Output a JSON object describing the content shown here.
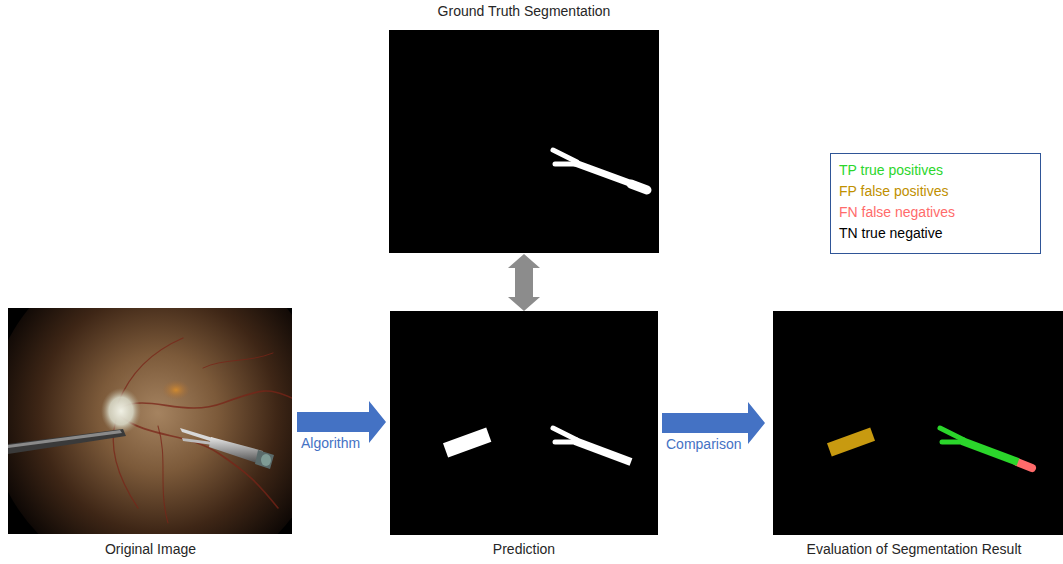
{
  "diagram": {
    "nodes": [
      {
        "text": [
          "Ground Truth Segmentation"
        ]
      },
      {
        "text": [
          "Original Image"
        ]
      },
      {
        "text": [
          "Prediction"
        ]
      },
      {
        "text": [
          "Evaluation of Segmentation Result"
        ]
      }
    ],
    "edges": [
      {
        "from": 1,
        "to": 2,
        "label": "Algorithm",
        "arrow": "to"
      },
      {
        "from": 2,
        "to": 3,
        "label": "Comparison",
        "arrow": "to"
      },
      {
        "from": 0,
        "to": 2,
        "arrow": "both"
      }
    ],
    "legend": [
      {
        "text": "TP true positives",
        "color": "#2bd62b"
      },
      {
        "text": "FP false positives",
        "color": "#c09000"
      },
      {
        "text": "FN false negatives",
        "color": "#ff6b6b"
      },
      {
        "text": "TN true negative",
        "color": "#000000"
      }
    ]
  }
}
